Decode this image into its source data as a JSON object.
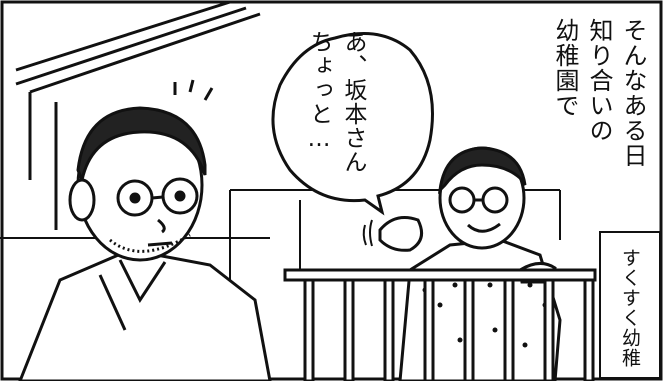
{
  "narration": {
    "text": "そんなある日\n知り合いの\n幼稚園で"
  },
  "speech_bubble": {
    "text": "あ、坂本さん\nちょっと…"
  },
  "sign": {
    "text": "すくすく幼稚"
  }
}
